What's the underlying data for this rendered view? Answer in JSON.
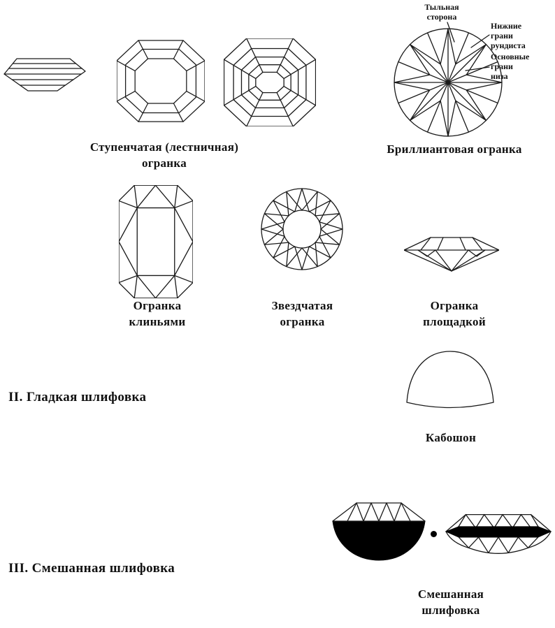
{
  "colors": {
    "ink": "#111111",
    "background": "#ffffff"
  },
  "page": {
    "sections": {
      "faceted": {
        "step_cut_caption": "Ступенчатая (лестничная)\nогранка",
        "brilliant_caption": "Бриллиантовая огранка",
        "annotations": {
          "back_side": "Тыльная\nсторона",
          "lower_girdle_facets": "Нижние\nграни\nрундиста",
          "pavilion_main_facets": "Основные\nграни\nниза"
        },
        "wedge_cut_caption": "Огранка\nклиньями",
        "star_cut_caption": "Звездчатая\nогранка",
        "table_cut_caption": "Огранка\nплощадкой"
      },
      "smooth": {
        "heading": "II. Гладкая шлифовка",
        "cabochon_caption": "Кабошон"
      },
      "mixed": {
        "heading": "III. Смешанная шлифовка",
        "mixed_caption": "Смешанная\nшлифовка"
      }
    }
  }
}
